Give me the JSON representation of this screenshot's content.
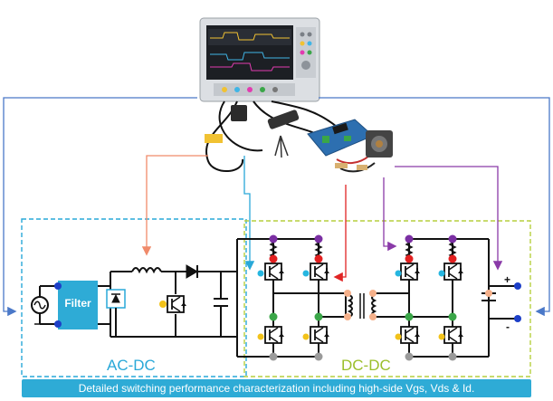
{
  "labels": {
    "ac_dc": "AC-DC",
    "dc_dc": "DC-DC",
    "filter": "Filter",
    "plus": "+",
    "minus": "-",
    "caption": "Detailed switching performance characterization including high-side Vgs, Vds & Id."
  },
  "colors": {
    "ac_dc_box": "#29a8d8",
    "dc_dc_box": "#b6cf3e",
    "filter_fill": "#2eabd6",
    "caption_bar": "#2eabd6",
    "probe_blue": "#4a78c8",
    "probe_salmon": "#f08a6a",
    "probe_red": "#e02424",
    "probe_purple": "#8a3aa8",
    "dot_purple": "#7b2fa3",
    "dot_red": "#e22020",
    "dot_cyan": "#26b6e0",
    "dot_yellow": "#f2c21a",
    "dot_orange": "#f5b08a",
    "dot_green": "#3aa648",
    "dot_grey": "#9a9a9a",
    "dot_blue": "#1d3fc8"
  },
  "icons": [
    "oscilloscope-image",
    "ac-source-icon",
    "inductor-icon",
    "diode-icon",
    "transistor-icon",
    "capacitor-icon",
    "transformer-icon"
  ]
}
